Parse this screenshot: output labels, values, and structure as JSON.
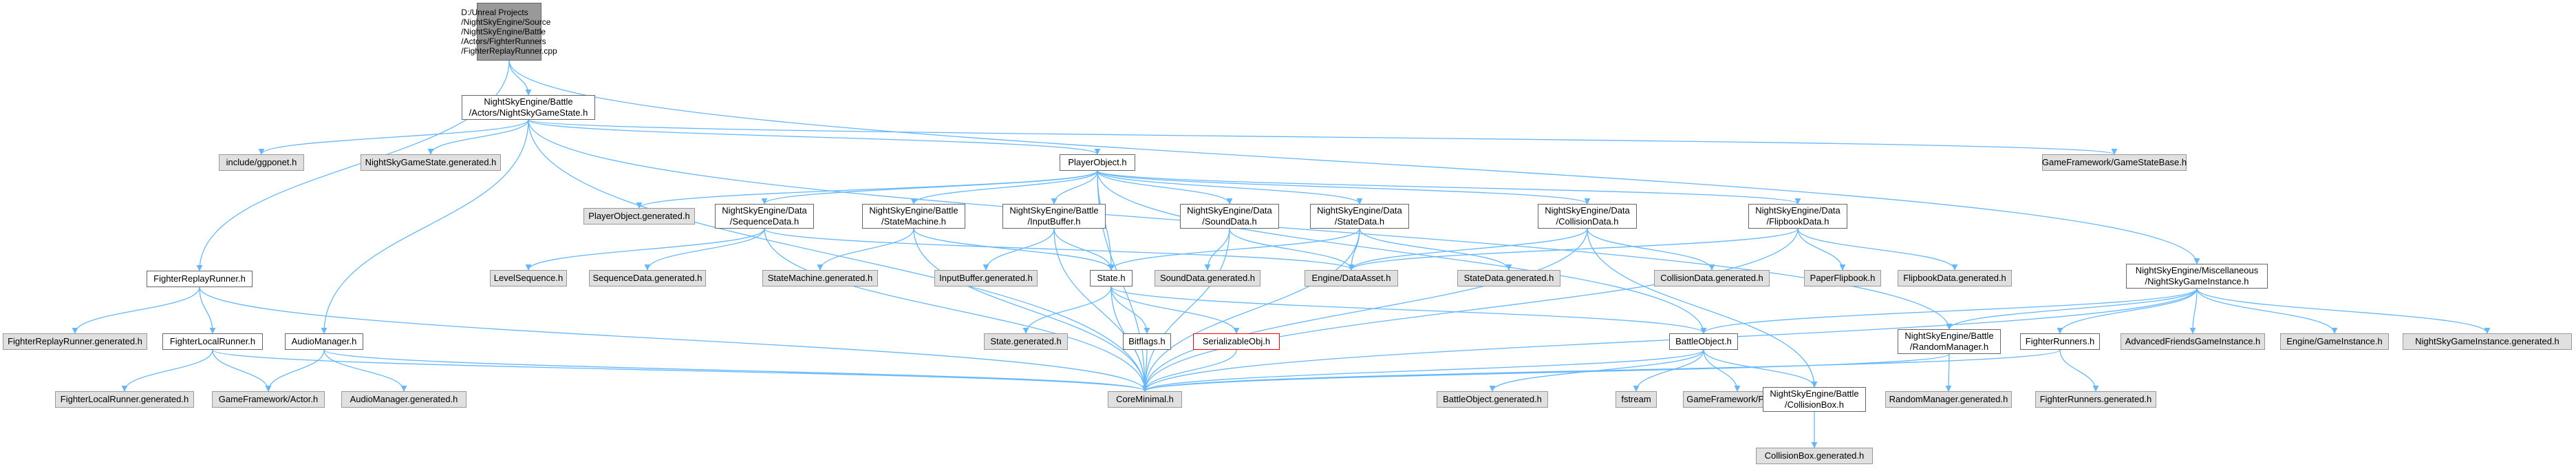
{
  "graph": {
    "edge_color": "#63b8ff",
    "nodes": {
      "root": "D:/Unreal Projects\n/NightSkyEngine/Source\n/NightSkyEngine/Battle\n/Actors/FighterRunners\n/FighterReplayRunner.cpp",
      "gamestate": "NightSkyEngine/Battle\n/Actors/NightSkyGameState.h",
      "ggponet": "include/ggponet.h",
      "gamestate_gen": "NightSkyGameState.generated.h",
      "audiomanager": "AudioManager.h",
      "playerobject": "PlayerObject.h",
      "gamestatebase": "GameFramework/GameStateBase.h",
      "replayrunner": "FighterReplayRunner.h",
      "playerobject_gen": "PlayerObject.generated.h",
      "sequencedata": "NightSkyEngine/Data\n/SequenceData.h",
      "statemachine": "NightSkyEngine/Battle\n/StateMachine.h",
      "inputbuffer": "NightSkyEngine/Battle\n/InputBuffer.h",
      "sounddata": "NightSkyEngine/Data\n/SoundData.h",
      "statedata": "NightSkyEngine/Data\n/StateData.h",
      "collisiondata": "NightSkyEngine/Data\n/CollisionData.h",
      "flipbookdata": "NightSkyEngine/Data\n/FlipbookData.h",
      "gameinstance": "NightSkyEngine/Miscellaneous\n/NightSkyGameInstance.h",
      "levelsequence": "LevelSequence.h",
      "sequencedata_gen": "SequenceData.generated.h",
      "statemachine_gen": "StateMachine.generated.h",
      "inputbuffer_gen": "InputBuffer.generated.h",
      "state": "State.h",
      "sounddata_gen": "SoundData.generated.h",
      "dataasset": "Engine/DataAsset.h",
      "statedata_gen": "StateData.generated.h",
      "collisiondata_gen": "CollisionData.generated.h",
      "paperflipbook": "PaperFlipbook.h",
      "flipbookdata_gen": "FlipbookData.generated.h",
      "replayrunner_gen": "FighterReplayRunner.generated.h",
      "localrunner": "FighterLocalRunner.h",
      "audiomanager_gen": "AudioManager.generated.h",
      "state_gen": "State.generated.h",
      "bitflags": "Bitflags.h",
      "serializable": "SerializableObj.h",
      "battleobject": "BattleObject.h",
      "randommanager": "NightSkyEngine/Battle\n/RandomManager.h",
      "fighterrunners": "FighterRunners.h",
      "advfriends": "AdvancedFriendsGameInstance.h",
      "enginegi": "Engine/GameInstance.h",
      "gameinstance_gen": "NightSkyGameInstance.generated.h",
      "localrunner_gen": "FighterLocalRunner.generated.h",
      "actor": "GameFramework/Actor.h",
      "coreminimal": "CoreMinimal.h",
      "battleobject_gen": "BattleObject.generated.h",
      "fstream": "fstream",
      "pawn": "GameFramework/Pawn.h",
      "collisionbox": "NightSkyEngine/Battle\n/CollisionBox.h",
      "randommanager_gen": "RandomManager.generated.h",
      "fighterrunners_gen": "FighterRunners.generated.h",
      "collisionbox_gen": "CollisionBox.generated.h"
    },
    "edges": [
      [
        "root",
        "gamestate"
      ],
      [
        "root",
        "replayrunner"
      ],
      [
        "root",
        "gameinstance"
      ],
      [
        "gamestate",
        "ggponet"
      ],
      [
        "gamestate",
        "gamestate_gen"
      ],
      [
        "gamestate",
        "audiomanager"
      ],
      [
        "gamestate",
        "playerobject"
      ],
      [
        "gamestate",
        "gamestatebase"
      ],
      [
        "gamestate",
        "coreminimal"
      ],
      [
        "gamestate",
        "randommanager"
      ],
      [
        "playerobject",
        "playerobject_gen"
      ],
      [
        "playerobject",
        "sequencedata"
      ],
      [
        "playerobject",
        "statemachine"
      ],
      [
        "playerobject",
        "inputbuffer"
      ],
      [
        "playerobject",
        "sounddata"
      ],
      [
        "playerobject",
        "statedata"
      ],
      [
        "playerobject",
        "collisiondata"
      ],
      [
        "playerobject",
        "flipbookdata"
      ],
      [
        "playerobject",
        "state"
      ],
      [
        "playerobject",
        "coreminimal"
      ],
      [
        "playerobject",
        "battleobject"
      ],
      [
        "sequencedata",
        "levelsequence"
      ],
      [
        "sequencedata",
        "sequencedata_gen"
      ],
      [
        "sequencedata",
        "dataasset"
      ],
      [
        "sequencedata",
        "coreminimal"
      ],
      [
        "statemachine",
        "statemachine_gen"
      ],
      [
        "statemachine",
        "state"
      ],
      [
        "statemachine",
        "coreminimal"
      ],
      [
        "inputbuffer",
        "inputbuffer_gen"
      ],
      [
        "inputbuffer",
        "state"
      ],
      [
        "inputbuffer",
        "coreminimal"
      ],
      [
        "sounddata",
        "sounddata_gen"
      ],
      [
        "sounddata",
        "dataasset"
      ],
      [
        "sounddata",
        "coreminimal"
      ],
      [
        "statedata",
        "statedata_gen"
      ],
      [
        "statedata",
        "dataasset"
      ],
      [
        "statedata",
        "state"
      ],
      [
        "statedata",
        "coreminimal"
      ],
      [
        "collisiondata",
        "collisiondata_gen"
      ],
      [
        "collisiondata",
        "dataasset"
      ],
      [
        "collisiondata",
        "collisionbox"
      ],
      [
        "collisiondata",
        "coreminimal"
      ],
      [
        "flipbookdata",
        "paperflipbook"
      ],
      [
        "flipbookdata",
        "flipbookdata_gen"
      ],
      [
        "flipbookdata",
        "dataasset"
      ],
      [
        "flipbookdata",
        "coreminimal"
      ],
      [
        "state",
        "state_gen"
      ],
      [
        "state",
        "bitflags"
      ],
      [
        "state",
        "serializable"
      ],
      [
        "state",
        "coreminimal"
      ],
      [
        "state",
        "battleobject"
      ],
      [
        "bitflags",
        "coreminimal"
      ],
      [
        "serializable",
        "coreminimal"
      ],
      [
        "battleobject",
        "battleobject_gen"
      ],
      [
        "battleobject",
        "fstream"
      ],
      [
        "battleobject",
        "pawn"
      ],
      [
        "battleobject",
        "collisionbox"
      ],
      [
        "battleobject",
        "coreminimal"
      ],
      [
        "collisionbox",
        "collisionbox_gen"
      ],
      [
        "gameinstance",
        "randommanager"
      ],
      [
        "gameinstance",
        "fighterrunners"
      ],
      [
        "gameinstance",
        "advfriends"
      ],
      [
        "gameinstance",
        "enginegi"
      ],
      [
        "gameinstance",
        "gameinstance_gen"
      ],
      [
        "gameinstance",
        "coreminimal"
      ],
      [
        "gameinstance",
        "battleobject"
      ],
      [
        "randommanager",
        "randommanager_gen"
      ],
      [
        "randommanager",
        "coreminimal"
      ],
      [
        "fighterrunners",
        "fighterrunners_gen"
      ],
      [
        "fighterrunners",
        "coreminimal"
      ],
      [
        "replayrunner",
        "replayrunner_gen"
      ],
      [
        "replayrunner",
        "localrunner"
      ],
      [
        "replayrunner",
        "coreminimal"
      ],
      [
        "localrunner",
        "localrunner_gen"
      ],
      [
        "localrunner",
        "actor"
      ],
      [
        "localrunner",
        "coreminimal"
      ],
      [
        "audiomanager",
        "actor"
      ],
      [
        "audiomanager",
        "audiomanager_gen"
      ],
      [
        "audiomanager",
        "coreminimal"
      ]
    ]
  }
}
